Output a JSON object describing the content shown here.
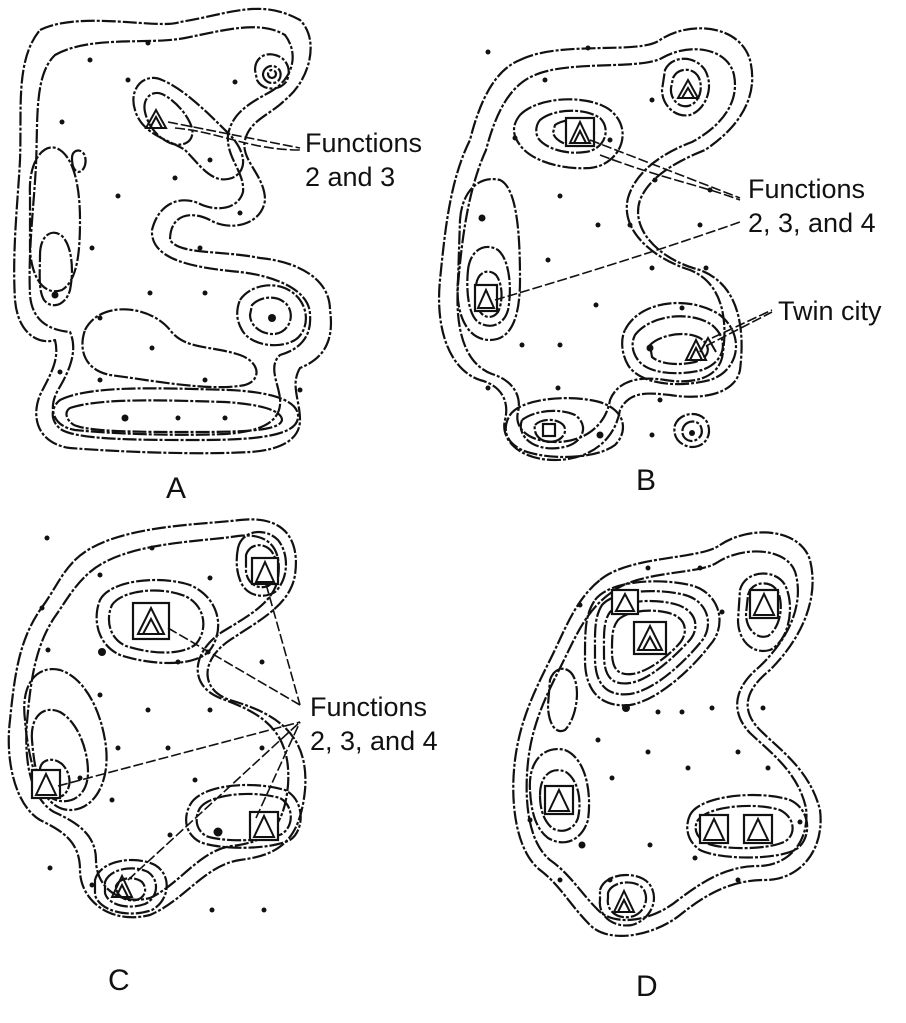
{
  "panels": {
    "a": {
      "letter": "A",
      "note_lines": [
        "Functions",
        "2 and 3"
      ]
    },
    "b": {
      "letter": "B",
      "note_lines": [
        "Functions",
        "2, 3, and 4"
      ],
      "twin_label": "Twin city"
    },
    "c": {
      "letter": "C",
      "note_lines": [
        "Functions",
        "2, 3, and 4"
      ]
    },
    "d": {
      "letter": "D"
    }
  },
  "colors": {
    "ink": "#111111",
    "background": "#ffffff"
  }
}
